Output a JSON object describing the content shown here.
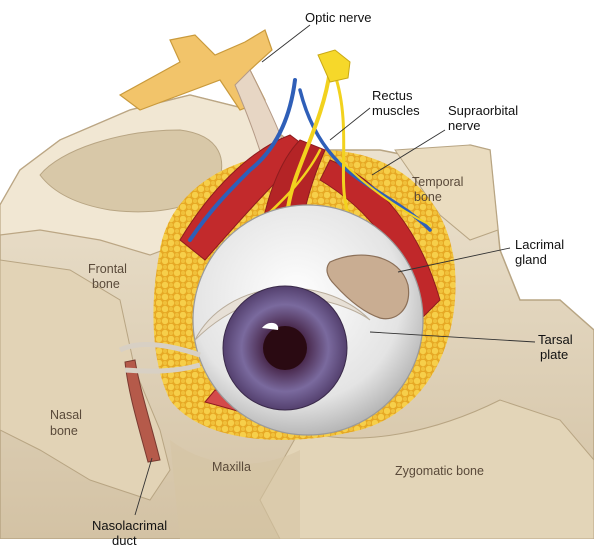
{
  "labels": {
    "optic_nerve": "Optic nerve",
    "rectus_muscles_1": "Rectus",
    "rectus_muscles_2": "muscles",
    "supraorbital_nerve_1": "Supraorbital",
    "supraorbital_nerve_2": "nerve",
    "temporal_bone_1": "Temporal",
    "temporal_bone_2": "bone",
    "lacrimal_gland_1": "Lacrimal",
    "lacrimal_gland_2": "gland",
    "frontal_bone_1": "Frontal",
    "frontal_bone_2": "bone",
    "tarsal_plate_1": "Tarsal",
    "tarsal_plate_2": "plate",
    "nasal_bone_1": "Nasal",
    "nasal_bone_2": "bone",
    "maxilla": "Maxilla",
    "zygomatic_bone": "Zygomatic bone",
    "nasolacrimal_duct_1": "Nasolacrimal",
    "nasolacrimal_duct_2": "duct"
  },
  "colors": {
    "bone": "#e8dcc6",
    "bone_shadow": "#c9b89a",
    "muscle": "#c0282a",
    "fat": "#f0c23a",
    "nerve": "#f2d21e",
    "vein": "#2f5fb8",
    "iris": "#6b5a8e",
    "sclera": "#f2f2f2"
  }
}
